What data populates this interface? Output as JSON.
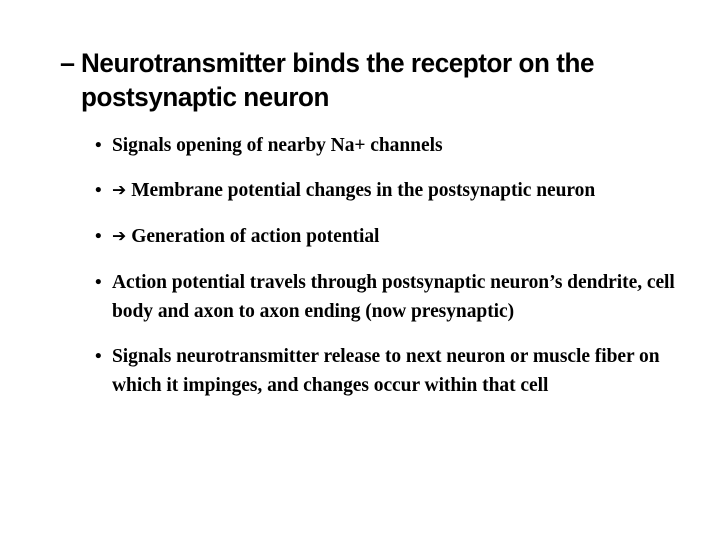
{
  "slide": {
    "background_color": "#ffffff",
    "text_color": "#000000",
    "heading": {
      "dash": "–",
      "text": "Neurotransmitter binds the receptor on the postsynaptic neuron"
    },
    "bullet_marker": "•",
    "arrow_marker": "➔",
    "bullets": [
      {
        "has_arrow": false,
        "text": "Signals opening of nearby Na+ channels"
      },
      {
        "has_arrow": true,
        "text": "Membrane potential changes in the postsynaptic neuron"
      },
      {
        "has_arrow": true,
        "text": "Generation of action potential"
      },
      {
        "has_arrow": false,
        "text": "Action potential travels through postsynaptic neuron’s dendrite, cell body and axon to axon ending (now presynaptic)"
      },
      {
        "has_arrow": false,
        "text": "Signals neurotransmitter release to next neuron or muscle fiber on which it impinges, and changes occur within that cell"
      }
    ]
  }
}
